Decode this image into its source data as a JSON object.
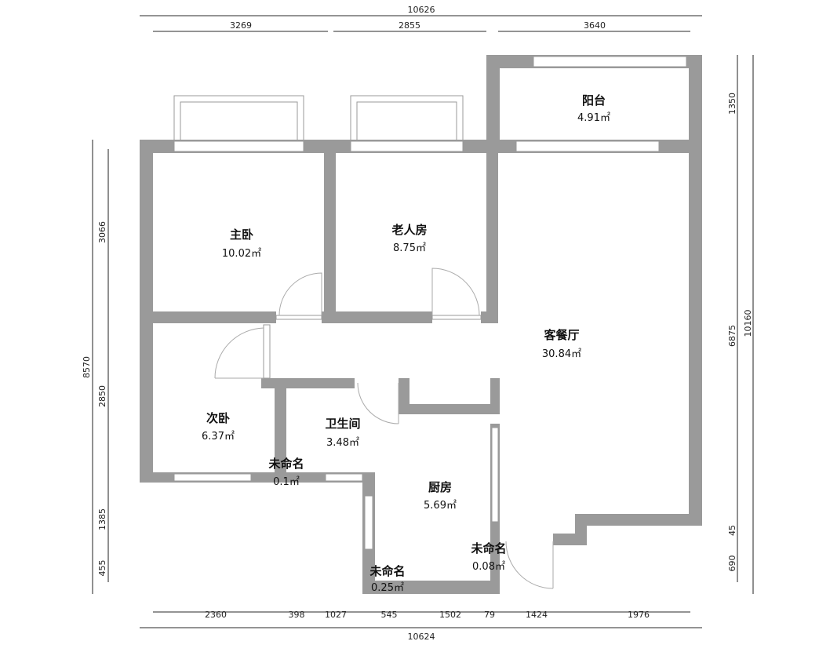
{
  "rooms": [
    {
      "name": "阳台",
      "area": "4.91㎡"
    },
    {
      "name": "主卧",
      "area": "10.02㎡"
    },
    {
      "name": "老人房",
      "area": "8.75㎡"
    },
    {
      "name": "客餐厅",
      "area": "30.84㎡"
    },
    {
      "name": "次卧",
      "area": "6.37㎡"
    },
    {
      "name": "卫生间",
      "area": "3.48㎡"
    },
    {
      "name": "未命名",
      "area": "0.1㎡"
    },
    {
      "name": "厨房",
      "area": "5.69㎡"
    },
    {
      "name": "未命名",
      "area": "0.08㎡"
    },
    {
      "name": "未命名",
      "area": "0.25㎡"
    }
  ],
  "dimensions": {
    "top_total": "10626",
    "top": [
      "3269",
      "2855",
      "3640"
    ],
    "bottom_total": "10624",
    "bottom": [
      "2360",
      "398",
      "1027",
      "545",
      "1502",
      "79",
      "1424",
      "1976"
    ],
    "left_total": "8570",
    "left": [
      "3066",
      "2850",
      "1385",
      "455"
    ],
    "right_total": "10160",
    "right": [
      "1350",
      "6875",
      "45",
      "690"
    ]
  },
  "colors": {
    "wall": "#9a9a9a"
  }
}
